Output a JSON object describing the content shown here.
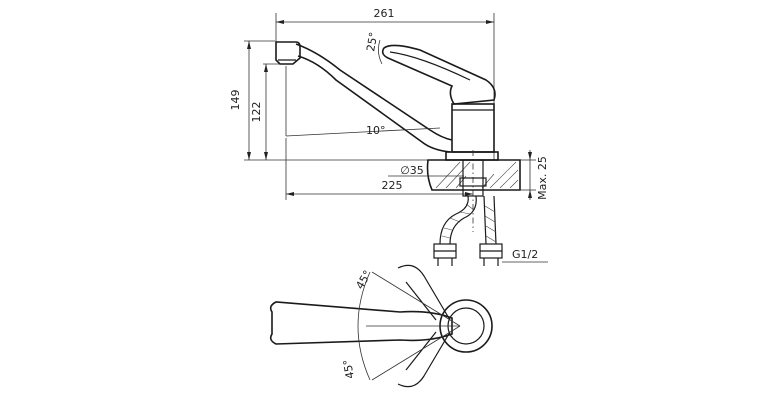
{
  "drawing": {
    "dimensions": {
      "overall_length": "261",
      "lever_angle": "25°",
      "total_height": "149",
      "spout_height": "122",
      "spout_angle": "10°",
      "diameter": "∅35",
      "reach": "225",
      "max_thickness": "Max. 25",
      "connection_thread": "G1/2",
      "swivel_angle_top": "45°",
      "swivel_angle_bottom": "45°"
    }
  }
}
